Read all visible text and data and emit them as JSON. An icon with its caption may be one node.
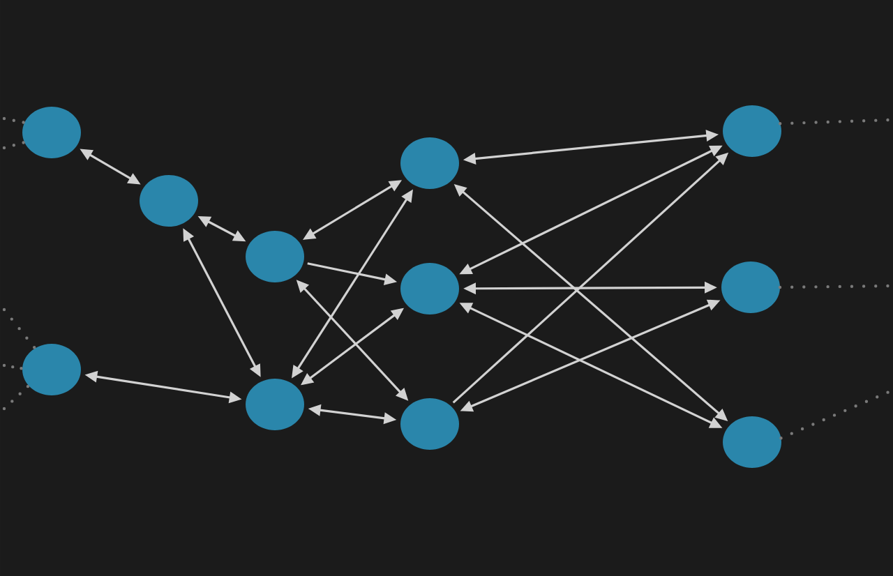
{
  "diagram": {
    "nodes": [
      {
        "text": [],
        "shape": "circle"
      },
      {
        "text": [],
        "shape": "circle"
      },
      {
        "text": [],
        "shape": "circle"
      },
      {
        "text": [],
        "shape": "circle"
      },
      {
        "text": [],
        "shape": "circle"
      },
      {
        "text": [],
        "shape": "circle"
      },
      {
        "text": [],
        "shape": "circle"
      },
      {
        "text": [],
        "shape": "circle"
      },
      {
        "text": [],
        "shape": "circle"
      },
      {
        "text": [],
        "shape": "circle"
      },
      {
        "text": [],
        "shape": "circle"
      }
    ],
    "edges": [
      {
        "from": 0,
        "to": 2,
        "arrow": "both"
      },
      {
        "from": 2,
        "to": 3,
        "arrow": "both"
      },
      {
        "from": 2,
        "to": 4,
        "arrow": "both"
      },
      {
        "from": 1,
        "to": 4,
        "arrow": "both"
      },
      {
        "from": 3,
        "to": 5,
        "arrow": "both"
      },
      {
        "from": 3,
        "to": 6,
        "arrow": "to"
      },
      {
        "from": 3,
        "to": 7,
        "arrow": "both"
      },
      {
        "from": 4,
        "to": 5,
        "arrow": "both"
      },
      {
        "from": 4,
        "to": 6,
        "arrow": "both"
      },
      {
        "from": 4,
        "to": 7,
        "arrow": "both"
      },
      {
        "from": 5,
        "to": 8,
        "arrow": "both"
      },
      {
        "from": 5,
        "to": 10,
        "arrow": "both"
      },
      {
        "from": 6,
        "to": 8,
        "arrow": "both"
      },
      {
        "from": 6,
        "to": 9,
        "arrow": "both"
      },
      {
        "from": 6,
        "to": 10,
        "arrow": "both"
      },
      {
        "from": 7,
        "to": 8,
        "arrow": "to"
      },
      {
        "from": 7,
        "to": 9,
        "arrow": "both"
      },
      {
        "from": null,
        "to": 0,
        "arrow": "none",
        "style": "dashed",
        "color": "#7a7a7a"
      },
      {
        "from": null,
        "to": 0,
        "arrow": "none",
        "style": "dashed",
        "color": "#7a7a7a"
      },
      {
        "from": null,
        "to": 1,
        "arrow": "none",
        "style": "dashed",
        "color": "#7a7a7a"
      },
      {
        "from": null,
        "to": 1,
        "arrow": "none",
        "style": "dashed",
        "color": "#7a7a7a"
      },
      {
        "from": null,
        "to": 1,
        "arrow": "none",
        "style": "dashed",
        "color": "#7a7a7a"
      },
      {
        "from": 8,
        "to": null,
        "arrow": "none",
        "style": "dashed",
        "color": "#7a7a7a"
      },
      {
        "from": 9,
        "to": null,
        "arrow": "none",
        "style": "dashed",
        "color": "#7a7a7a"
      },
      {
        "from": 10,
        "to": null,
        "arrow": "none",
        "style": "dashed",
        "color": "#7a7a7a"
      }
    ]
  }
}
